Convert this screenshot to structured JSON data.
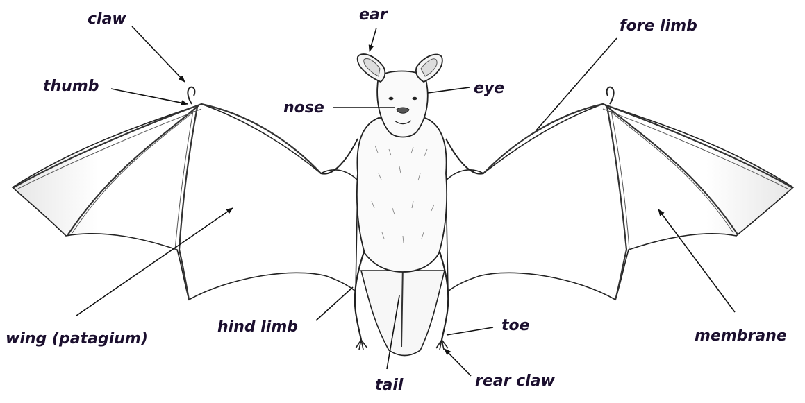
{
  "labels": {
    "claw": "claw",
    "ear": "ear",
    "fore_limb": "fore limb",
    "thumb": "thumb",
    "eye": "eye",
    "nose": "nose",
    "wing": "wing (patagium)",
    "hind_limb": "hind limb",
    "toe": "toe",
    "membrane": "membrane",
    "tail": "tail",
    "rear_claw": "rear claw"
  },
  "colors": {
    "label_text": "#1b0f2e",
    "drawing_stroke": "#222222",
    "arrow": "#111111"
  }
}
